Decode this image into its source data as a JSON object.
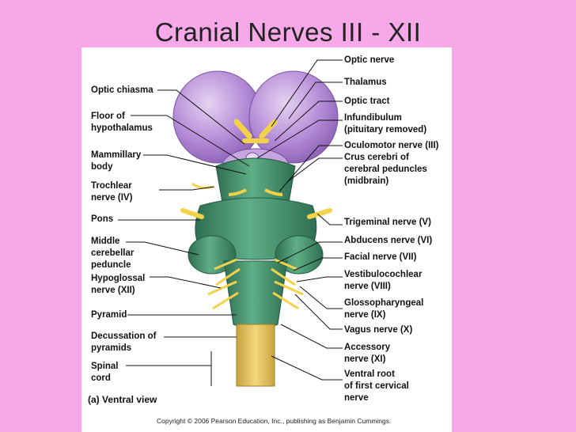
{
  "slide": {
    "title": "Cranial Nerves III - XII"
  },
  "figure": {
    "caption": "(a)  Ventral view",
    "copyright": "Copyright © 2006 Pearson Education, Inc., publishing as Benjamin Cummings.",
    "left_labels": [
      "Optic chiasma",
      "Floor of\nhypothalamus",
      "Mammillary\nbody",
      "Trochlear\nnerve (IV)",
      "Pons",
      "Middle\ncerebellar\npeduncle",
      "Hypoglossal\nnerve (XII)",
      "Pyramid",
      "Decussation of\npyramids",
      "Spinal\ncord"
    ],
    "right_labels": [
      "Optic nerve",
      "Thalamus",
      "Optic tract",
      "Infundibulum\n(pituitary removed)",
      "Oculomotor nerve (III)",
      "Crus cerebri of\ncerebral peduncles\n(midbrain)",
      "Trigeminal nerve (V)",
      "Abducens nerve (VI)",
      "Facial nerve (VII)",
      "Vestibulocochlear\nnerve (VIII)",
      "Glossopharyngeal\nnerve (IX)",
      "Vagus nerve (X)",
      "Accessory\nnerve (XI)",
      "Ventral root\nof first cervical\nnerve"
    ]
  },
  "colors": {
    "background": "#f7a8e8",
    "thalamus": "#b48bd6",
    "brainstem": "#3f8f6a",
    "nerve": "#f3d24a",
    "spinal_cord": "#e9c96a"
  }
}
